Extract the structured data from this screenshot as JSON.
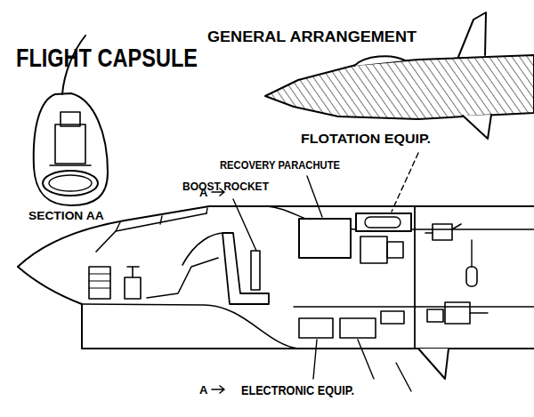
{
  "diagram": {
    "title": "FLIGHT CAPSULE",
    "labels": [
      "GENERAL ARRANGEMENT",
      "FLOTATION EQUIP.",
      "RECOVERY PARACHUTE",
      "BOOST ROCKET",
      "A",
      "SECTION AA",
      "A",
      "ELECTRONIC EQUIP."
    ]
  }
}
